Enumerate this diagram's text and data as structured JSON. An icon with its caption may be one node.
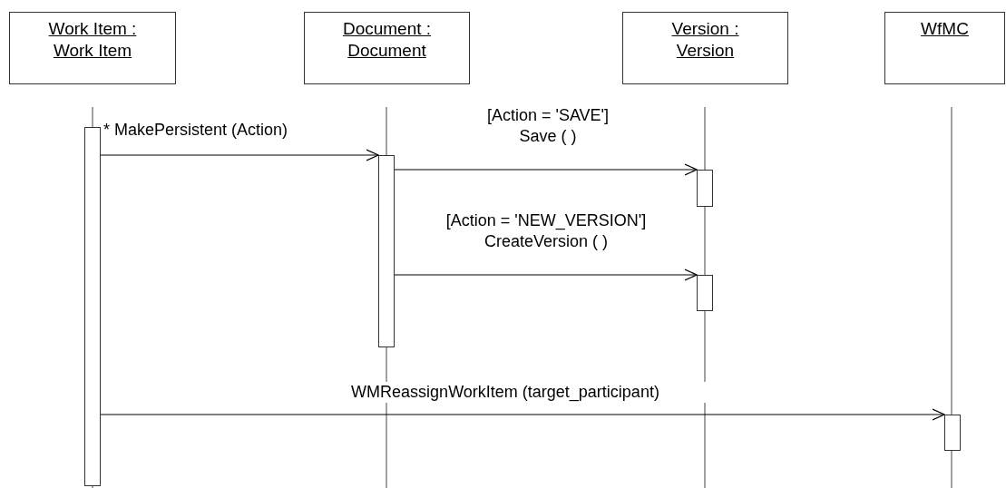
{
  "diagram": {
    "nodes": [
      {
        "text": [
          "Work Item : Work Item"
        ]
      },
      {
        "text": [
          "Document : Document"
        ]
      },
      {
        "text": [
          "Version : Version"
        ]
      },
      {
        "text": [
          "WfMC"
        ]
      },
      {
        "text": [],
        "shape": "bar"
      },
      {
        "text": [],
        "shape": "bar"
      },
      {
        "text": [],
        "shape": "bar"
      },
      {
        "text": [],
        "shape": "bar"
      },
      {
        "text": [],
        "shape": "bar"
      }
    ],
    "edges": [
      {
        "from": 4,
        "to": 5,
        "arrow": "to",
        "label": "* MakePersistent (Action)"
      },
      {
        "from": 5,
        "to": 6,
        "arrow": "to",
        "label": "[Action = 'SAVE'] Save ( )"
      },
      {
        "from": 5,
        "to": 7,
        "arrow": "to",
        "label": "[Action = 'NEW_VERSION'] CreateVersion ( )"
      },
      {
        "from": 4,
        "to": 8,
        "arrow": "to",
        "label": "WMReassignWorkItem (target_participant)"
      }
    ]
  }
}
